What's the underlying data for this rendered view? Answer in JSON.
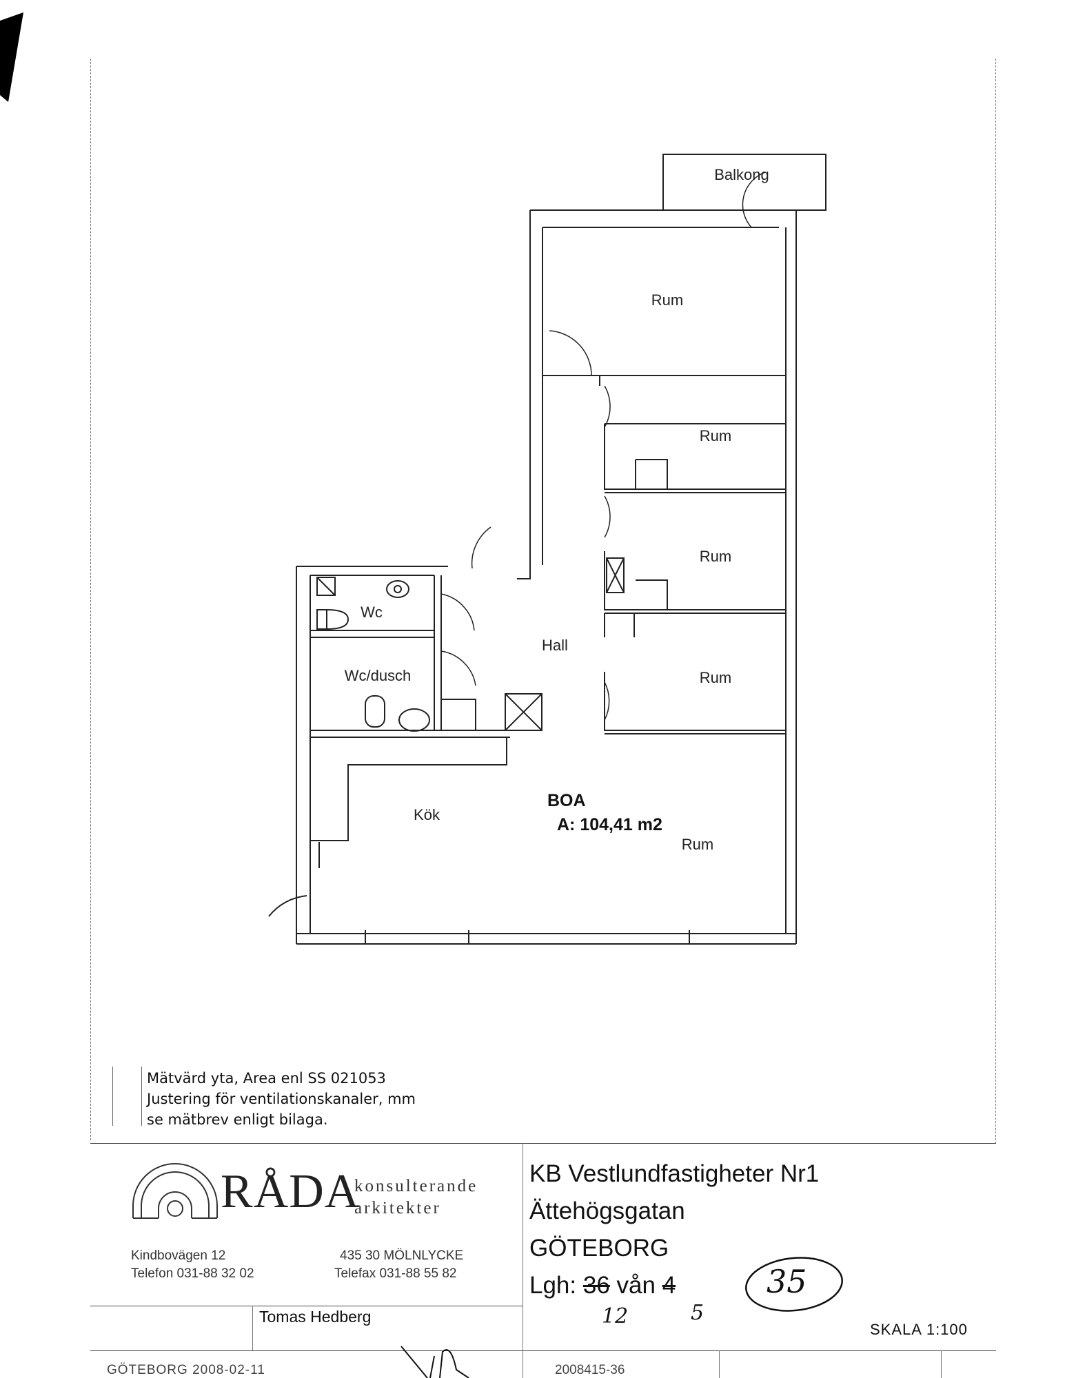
{
  "plan": {
    "rooms": {
      "balkong": "Balkong",
      "rum_top": "Rum",
      "rum_2": "Rum",
      "rum_3": "Rum",
      "rum_4": "Rum",
      "rum_big": "Rum",
      "wc": "Wc",
      "wc_dusch": "Wc/dusch",
      "hall": "Hall",
      "kok": "Kök"
    },
    "boa_label": "BOA",
    "area": "A: 104,41 m2"
  },
  "note": {
    "line1": "Mätvärd yta, Area enl SS 021053",
    "line2": "Justering för ventilationskanaler, mm",
    "line3": "se mätbrev enligt bilaga."
  },
  "firm": {
    "name": "RÅDA",
    "sub1": "konsulterande",
    "sub2": "arkitekter",
    "street": "Kindbovägen 12",
    "postal": "435 30  MÖLNLYCKE",
    "phone": "Telefon 031-88 32 02",
    "fax": "Telefax 031-88 55 82",
    "signer": "Tomas Hedberg",
    "date": "GÖTEBORG 2008-02-11"
  },
  "project": {
    "line1": "KB Vestlundfastigheter Nr1",
    "line2": "Ättehögsgatan",
    "line3": "GÖTEBORG",
    "lgh_label": "Lgh:",
    "lgh_number": "36",
    "van_label": "vån",
    "van_number": "4",
    "scale": "SKALA  1:100",
    "doc_number": "2008415-36"
  },
  "handwriting": {
    "circled": "35",
    "under_lgh": "12",
    "under_van": "5"
  }
}
